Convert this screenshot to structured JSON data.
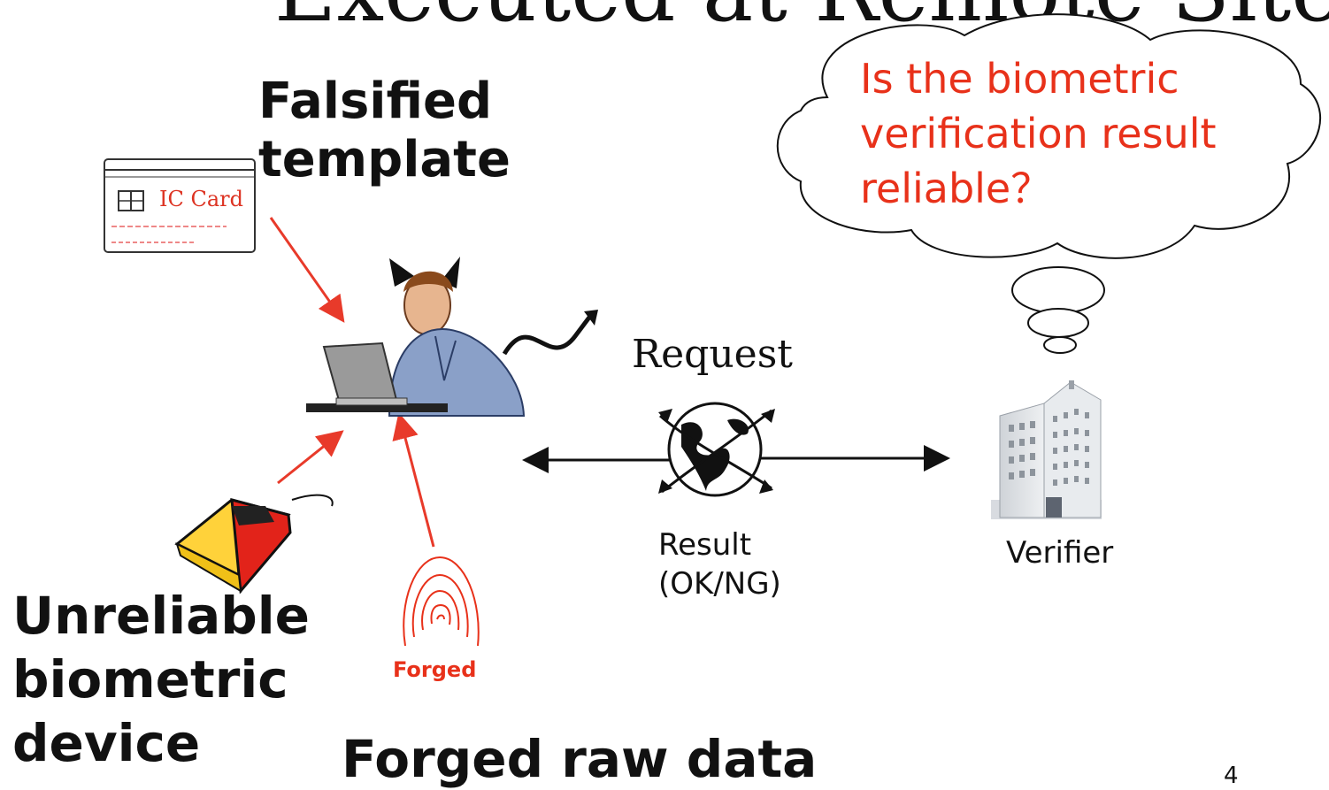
{
  "slide": {
    "title": "Executed at Remote Site",
    "page_number": "4"
  },
  "labels": {
    "falsified": "Falsified\ntemplate",
    "unreliable": "Unreliable\nbiometric\ndevice",
    "forged_raw": "Forged raw data",
    "forged_print": "Forged",
    "ic_card": "IC Card",
    "request": "Request",
    "result": "Result\n(OK/NG)",
    "verifier": "Verifier",
    "cloud": "Is the biometric verification result reliable？"
  },
  "colors": {
    "accent_red": "#e8311a",
    "arrow_red": "#e83a2a",
    "text_dark": "#111111"
  },
  "icons": [
    "ic-card-icon",
    "attacker-icon",
    "devil-horns-icon",
    "devil-tail-icon",
    "biometric-reader-icon",
    "fingerprint-icon",
    "globe-icon",
    "building-icon",
    "thought-cloud-icon"
  ]
}
